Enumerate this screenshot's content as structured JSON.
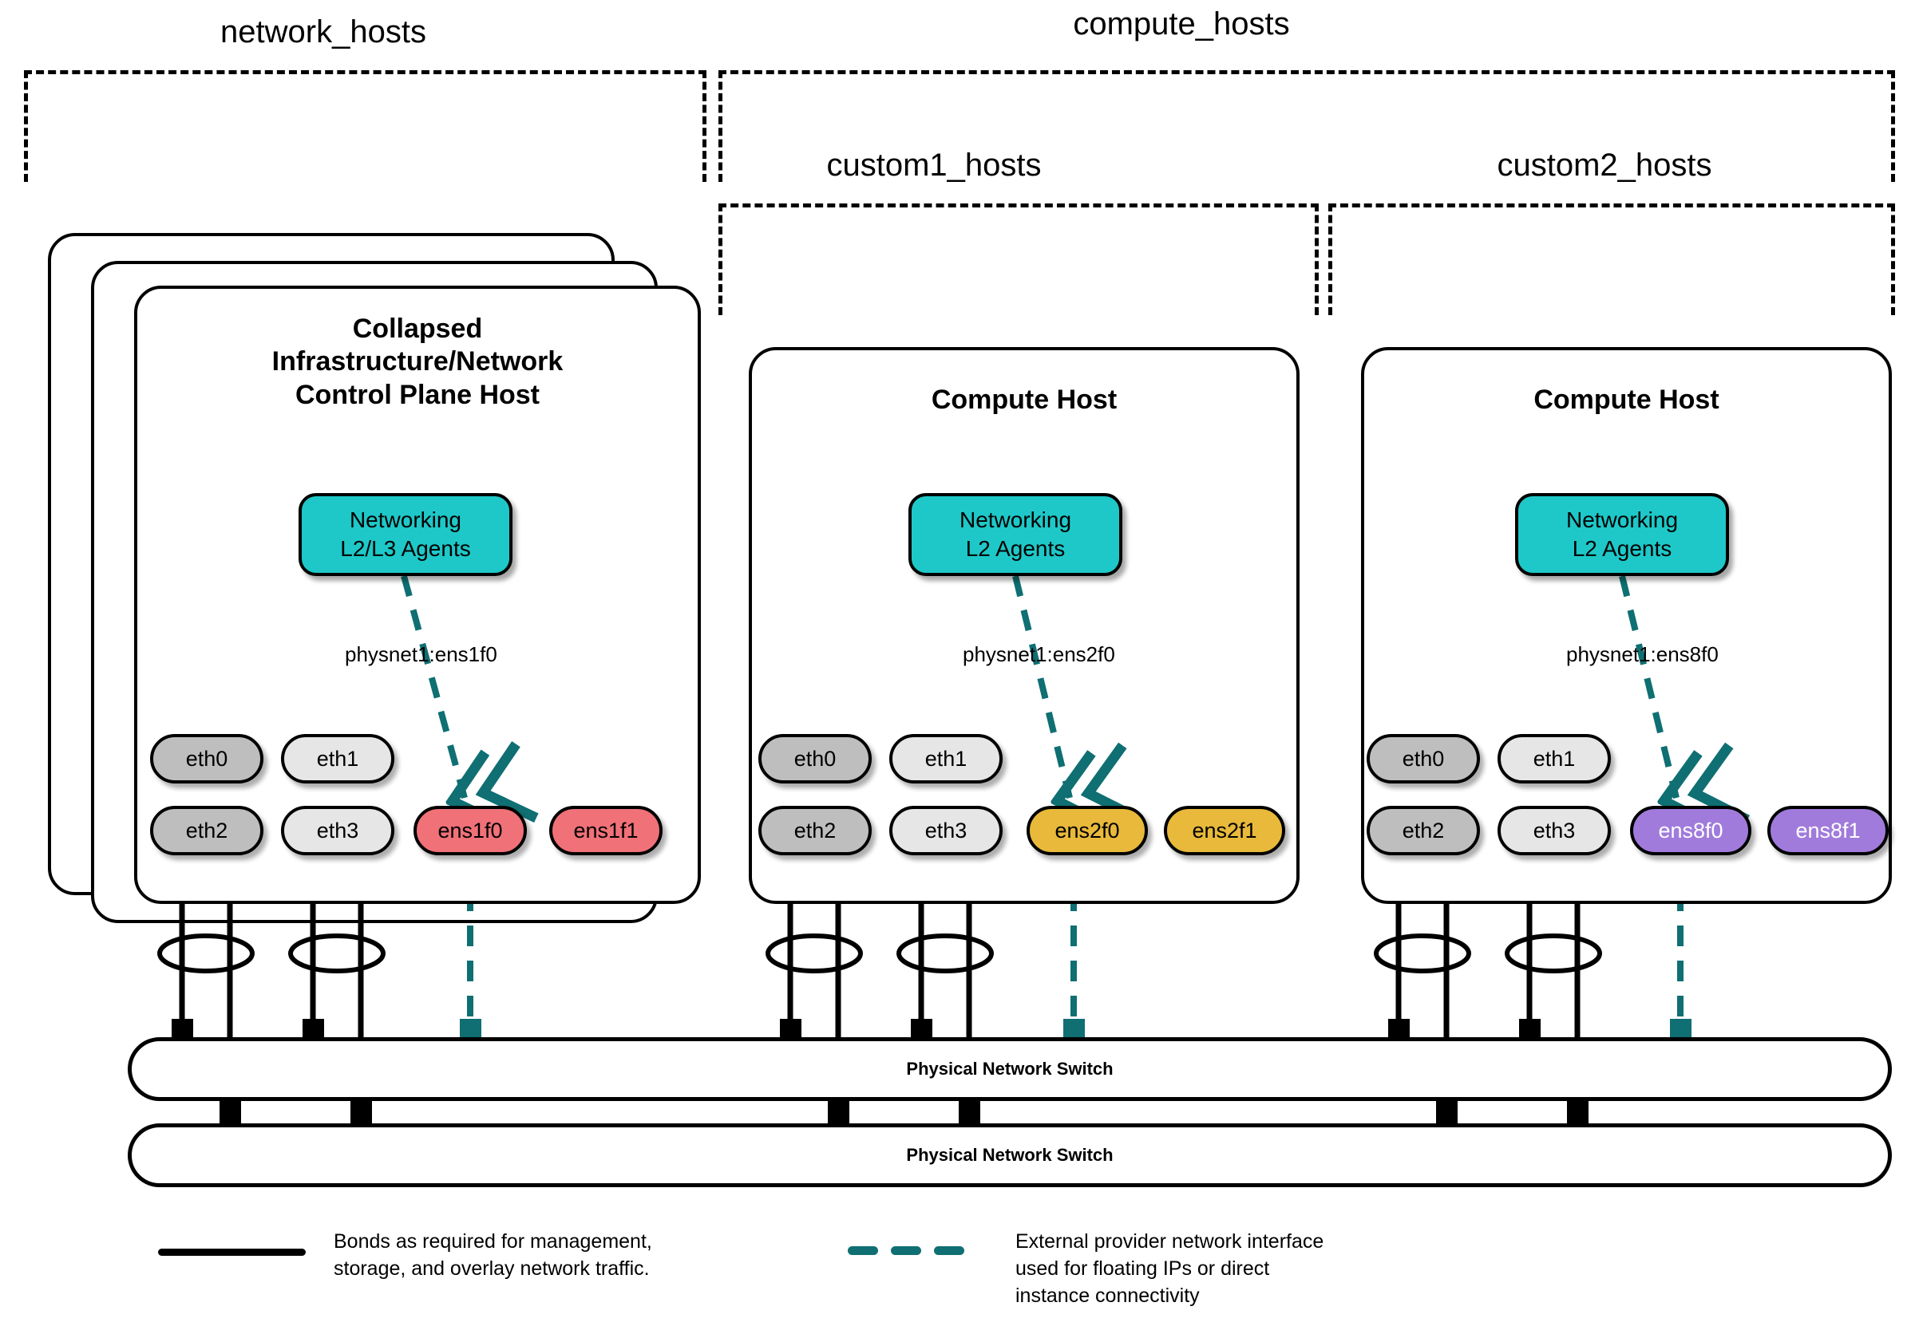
{
  "diagram": {
    "title": "OpenStack host networking layout",
    "colors": {
      "agent_fill": "#1EC8C8",
      "nic_dark": "#BEBEBE",
      "nic_light": "#E6E6E6",
      "nic_pink": "#F07178",
      "nic_gold": "#E8B93A",
      "nic_purple": "#A07BDB",
      "provider_line": "#0F6F72",
      "outline": "#000000"
    }
  },
  "groups": [
    {
      "id": "network_hosts",
      "label": "network_hosts"
    },
    {
      "id": "compute_hosts",
      "label": "compute_hosts"
    },
    {
      "id": "custom1_hosts",
      "label": "custom1_hosts"
    },
    {
      "id": "custom2_hosts",
      "label": "custom2_hosts"
    }
  ],
  "hosts": [
    {
      "id": "network-host",
      "title": "Collapsed\nInfrastructure/Network\nControl Plane Host",
      "stacked": true,
      "agent": {
        "label": "Networking\nL2/L3 Agents"
      },
      "physnet": "physnet1:ens1f0",
      "nics": [
        {
          "name": "eth0",
          "style": "dark"
        },
        {
          "name": "eth1",
          "style": "light"
        },
        {
          "name": "eth2",
          "style": "dark"
        },
        {
          "name": "eth3",
          "style": "light"
        },
        {
          "name": "ens1f0",
          "style": "pink"
        },
        {
          "name": "ens1f1",
          "style": "pink"
        }
      ]
    },
    {
      "id": "compute-host-1",
      "title": "Compute Host",
      "stacked": false,
      "agent": {
        "label": "Networking\nL2 Agents"
      },
      "physnet": "physnet1:ens2f0",
      "nics": [
        {
          "name": "eth0",
          "style": "dark"
        },
        {
          "name": "eth1",
          "style": "light"
        },
        {
          "name": "eth2",
          "style": "dark"
        },
        {
          "name": "eth3",
          "style": "light"
        },
        {
          "name": "ens2f0",
          "style": "gold"
        },
        {
          "name": "ens2f1",
          "style": "gold"
        }
      ]
    },
    {
      "id": "compute-host-2",
      "title": "Compute Host",
      "stacked": false,
      "agent": {
        "label": "Networking\nL2 Agents"
      },
      "physnet": "physnet1:ens8f0",
      "nics": [
        {
          "name": "eth0",
          "style": "dark"
        },
        {
          "name": "eth1",
          "style": "light"
        },
        {
          "name": "eth2",
          "style": "dark"
        },
        {
          "name": "eth3",
          "style": "light"
        },
        {
          "name": "ens8f0",
          "style": "purple"
        },
        {
          "name": "ens8f1",
          "style": "purple"
        }
      ]
    }
  ],
  "switches": [
    {
      "id": "switch-top",
      "label": "Physical Network Switch"
    },
    {
      "id": "switch-bottom",
      "label": "Physical Network Switch"
    }
  ],
  "legend": [
    {
      "id": "bond-legend",
      "style": "solid",
      "text": "Bonds as required for management,\nstorage, and overlay network traffic."
    },
    {
      "id": "provider-legend",
      "style": "dashed",
      "text": "External provider network interface\nused for floating IPs or direct\ninstance connectivity"
    }
  ]
}
